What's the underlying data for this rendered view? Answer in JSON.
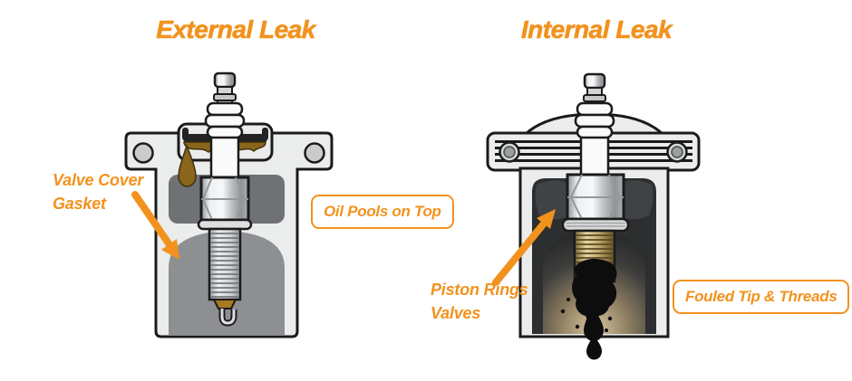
{
  "canvas": {
    "accent_color": "#F2921E",
    "oil_color": "#8A651C",
    "deposit_color": "#0D0D0D"
  },
  "panels": {
    "external": {
      "title": "External Leak",
      "callout_label": "Valve Cover\nGasket",
      "box_label": "Oil Pools on Top"
    },
    "internal": {
      "title": "Internal Leak",
      "callout_label": "Piston Rings\nValves",
      "box_label": "Fouled Tip & Threads"
    }
  }
}
